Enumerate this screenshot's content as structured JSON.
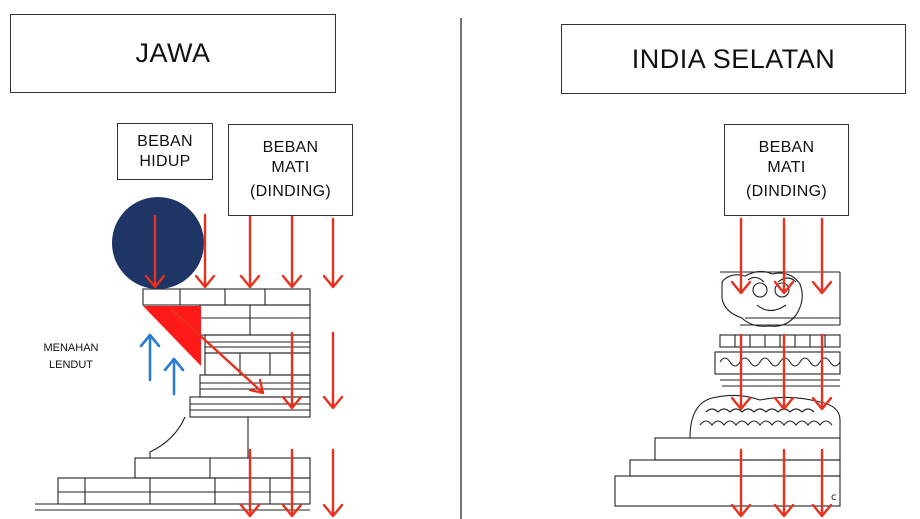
{
  "left_panel": {
    "title": "JAWA",
    "live_load": {
      "line1": "BEBAN",
      "line2": "HIDUP"
    },
    "dead_load": {
      "line1": "BEBAN",
      "line2": "MATI",
      "line3": "(DINDING)"
    },
    "annotation": {
      "line1": "MENAHAN",
      "line2": "LENDUT"
    }
  },
  "right_panel": {
    "title": "INDIA SELATAN",
    "dead_load": {
      "line1": "BEBAN",
      "line2": "MATI",
      "line3": "(DINDING)"
    }
  },
  "colors": {
    "load_arrow": "#e8301c",
    "support_arrow": "#2b7bd6",
    "live_load_circle": "#1f3566",
    "cantilever_triangle": "#ff1a1a",
    "divider": "#444444"
  }
}
